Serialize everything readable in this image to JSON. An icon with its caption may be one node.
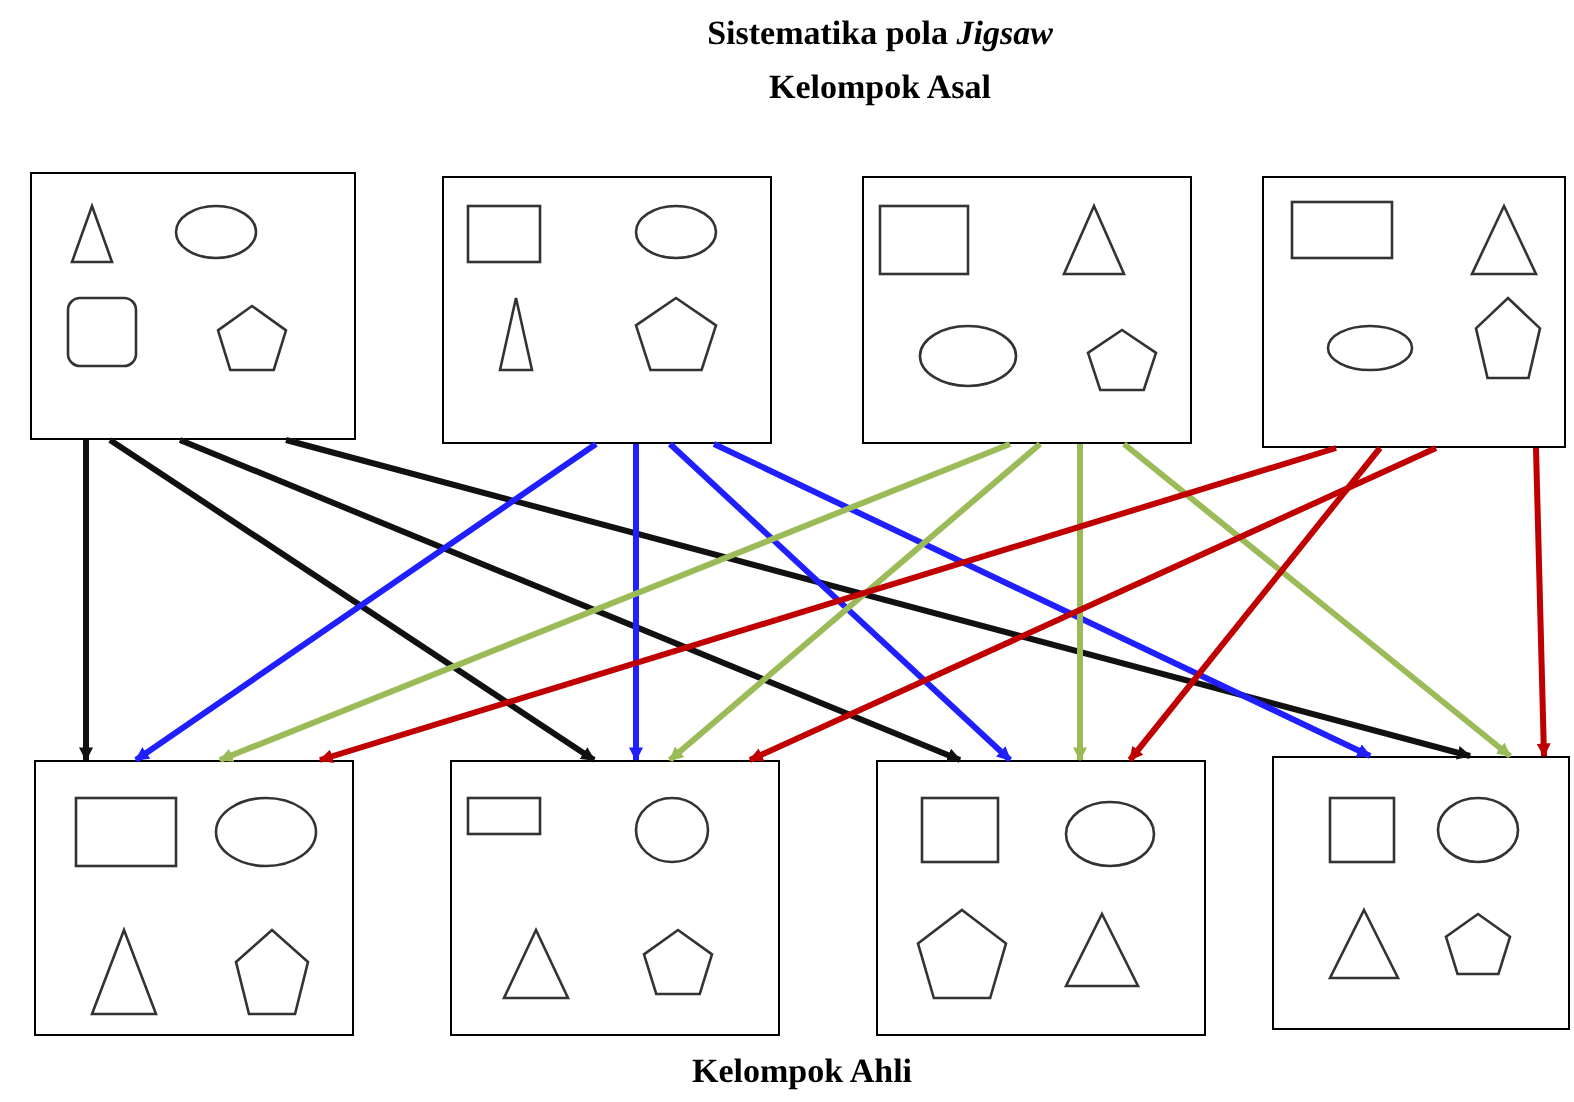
{
  "diagram": {
    "title": "Sistematika pola *Jigsaw*",
    "nodes": [
      {
        "text": [],
        "shape": "box"
      },
      {
        "text": [],
        "shape": "box"
      },
      {
        "text": [],
        "shape": "box"
      },
      {
        "text": [],
        "shape": "box"
      },
      {
        "text": [],
        "shape": "box"
      },
      {
        "text": [],
        "shape": "box"
      },
      {
        "text": [],
        "shape": "box"
      },
      {
        "text": [],
        "shape": "box"
      }
    ],
    "edges": [
      {
        "from": 0,
        "to": 4,
        "arrow": "to"
      },
      {
        "from": 0,
        "to": 5,
        "arrow": "to"
      },
      {
        "from": 0,
        "to": 6,
        "arrow": "to"
      },
      {
        "from": 0,
        "to": 7,
        "arrow": "to"
      },
      {
        "from": 1,
        "to": 4,
        "arrow": "to",
        "color": "#1f1fff"
      },
      {
        "from": 1,
        "to": 5,
        "arrow": "to",
        "color": "#1f1fff"
      },
      {
        "from": 1,
        "to": 6,
        "arrow": "to",
        "color": "#1f1fff"
      },
      {
        "from": 1,
        "to": 7,
        "arrow": "to",
        "color": "#1f1fff"
      },
      {
        "from": 2,
        "to": 4,
        "arrow": "to",
        "color": "#9bbb59"
      },
      {
        "from": 2,
        "to": 5,
        "arrow": "to",
        "color": "#9bbb59"
      },
      {
        "from": 2,
        "to": 6,
        "arrow": "to",
        "color": "#9bbb59"
      },
      {
        "from": 2,
        "to": 7,
        "arrow": "to",
        "color": "#9bbb59"
      },
      {
        "from": 3,
        "to": 4,
        "arrow": "to",
        "color": "#c00000"
      },
      {
        "from": 3,
        "to": 5,
        "arrow": "to",
        "color": "#c00000"
      },
      {
        "from": 3,
        "to": 6,
        "arrow": "to",
        "color": "#c00000"
      },
      {
        "from": 3,
        "to": 7,
        "arrow": "to",
        "color": "#c00000"
      }
    ],
    "labels": [
      "Kelompok Asal",
      "Kelompok Ahli"
    ]
  }
}
